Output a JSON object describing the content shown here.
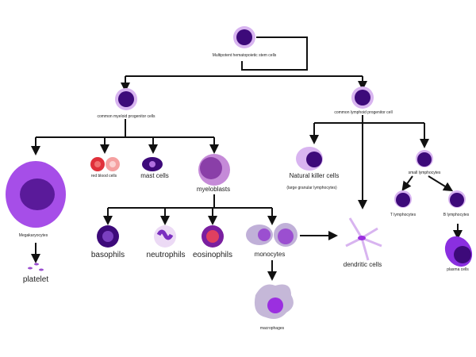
{
  "labels": {
    "stem": "Multipotent hematopoietic stem cells",
    "myeloid": "common myeloid progenitor cells",
    "lymphoid": "common lymphoid progenitor cell",
    "megakaryocytes": "Megakaryocytes",
    "platelet": "platelet",
    "rbc": "red blood cells",
    "mast": "mast cells",
    "myeloblasts": "myeloblasts",
    "basophils": "basophils",
    "neutrophils": "neutrophils",
    "eosinophils": "eosinophils",
    "monocytes": "monocytes",
    "macrophages": "macrophages",
    "dendritic": "dendritic cells",
    "nk": "Natural killer cells",
    "nk_sub": "(large granular lymphocytes)",
    "small_lymph": "small lymphocytes",
    "t_lymph": "T lymphocytes",
    "b_lymph": "B lymphocytes",
    "plasma": "plasma cells"
  },
  "colors": {
    "nucleus": "#3d0a7a",
    "cytoplasm": "#d8b4f0",
    "purple": "#9b4fd0",
    "red": "#e0303a"
  }
}
